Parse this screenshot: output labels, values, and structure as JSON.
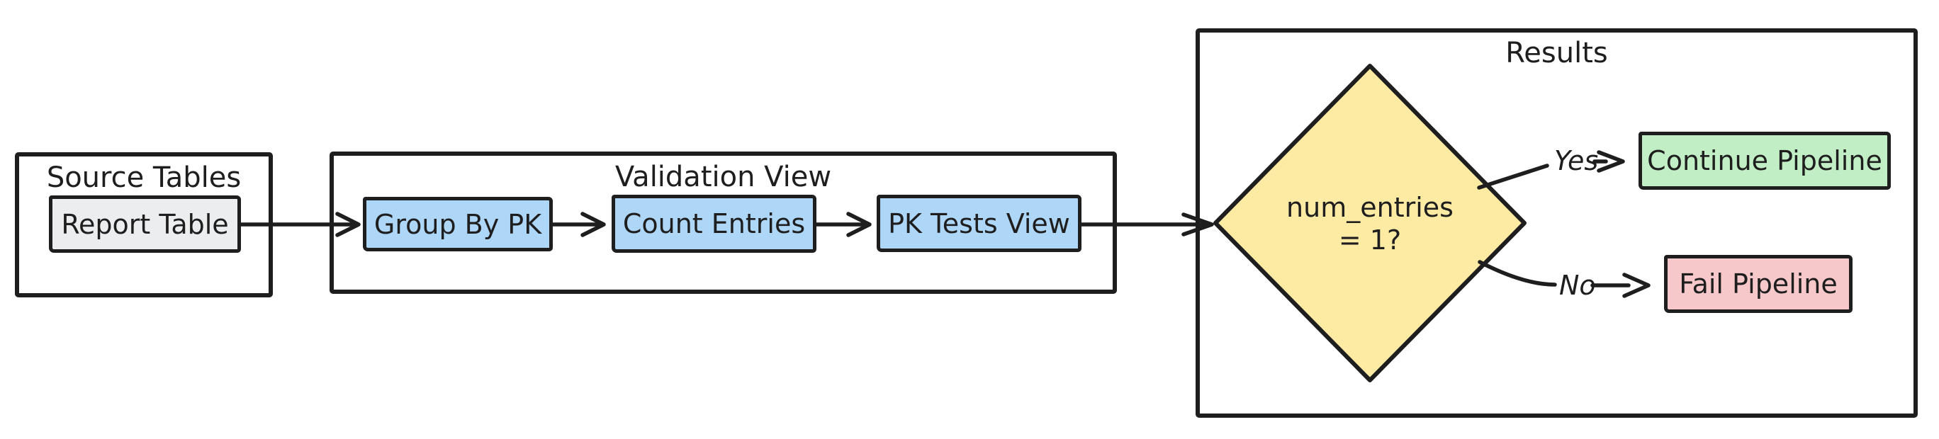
{
  "diagram": {
    "background": "#ffffff",
    "stroke_color": "#1e1e1e",
    "groups": {
      "source": {
        "label": "Source Tables"
      },
      "validation": {
        "label": "Validation View"
      },
      "results": {
        "label": "Results"
      }
    },
    "nodes": {
      "report_table": {
        "label": "Report Table",
        "fill": "#ebedef"
      },
      "group_by_pk": {
        "label": "Group By PK",
        "fill": "#aed6f7"
      },
      "count_entries": {
        "label": "Count Entries",
        "fill": "#aed6f7"
      },
      "pk_tests_view": {
        "label": "PK Tests View",
        "fill": "#aed6f7"
      },
      "decision": {
        "label_line1": "num_entries",
        "label_line2": "= 1?",
        "fill": "#fdeba4"
      },
      "continue_pipeline": {
        "label": "Continue Pipeline",
        "fill": "#c2eec6"
      },
      "fail_pipeline": {
        "label": "Fail Pipeline",
        "fill": "#f6c8ca"
      }
    },
    "edge_labels": {
      "yes": "Yes",
      "no": "No"
    }
  }
}
